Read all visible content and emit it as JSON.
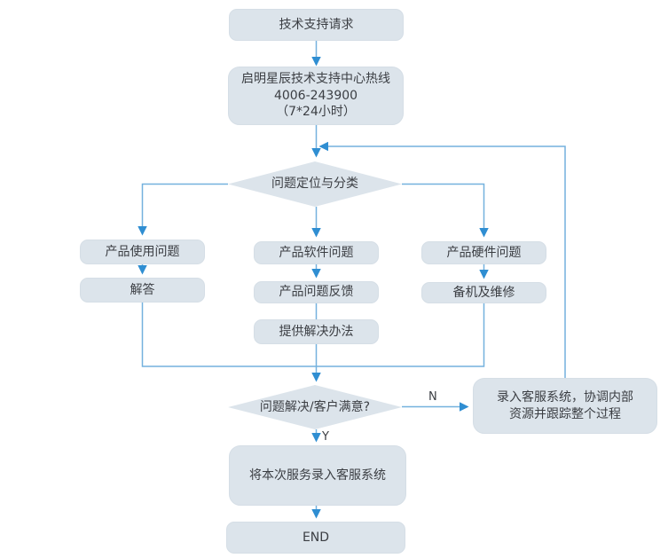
{
  "flowchart": {
    "nodes": {
      "start": {
        "label": "技术支持请求"
      },
      "hotline": {
        "lines": [
          "启明星辰技术支持中心热线",
          "4006-243900",
          "（7*24小时）"
        ]
      },
      "classify": {
        "label": "问题定位与分类"
      },
      "usage": {
        "label": "产品使用问题"
      },
      "answer": {
        "label": "解答"
      },
      "software": {
        "label": "产品软件问题"
      },
      "feedback": {
        "label": "产品问题反馈"
      },
      "solution": {
        "label": "提供解决办法"
      },
      "hardware": {
        "label": "产品硬件问题"
      },
      "repair": {
        "label": "备机及维修"
      },
      "satisfied": {
        "label": "问题解决/客户满意?"
      },
      "record": {
        "label": "录入客服系统，协调内部资源并跟踪整个过程"
      },
      "log": {
        "label": "将本次服务录入客服系统"
      },
      "end": {
        "label": "END"
      }
    },
    "edge_labels": {
      "no": "N",
      "yes": "Y"
    },
    "colors": {
      "node_fill": "#dce4eb",
      "node_border": "#d5dee6",
      "line": "#74b1de",
      "arrow": "#2f8ed2",
      "text": "#3b3e43"
    }
  }
}
